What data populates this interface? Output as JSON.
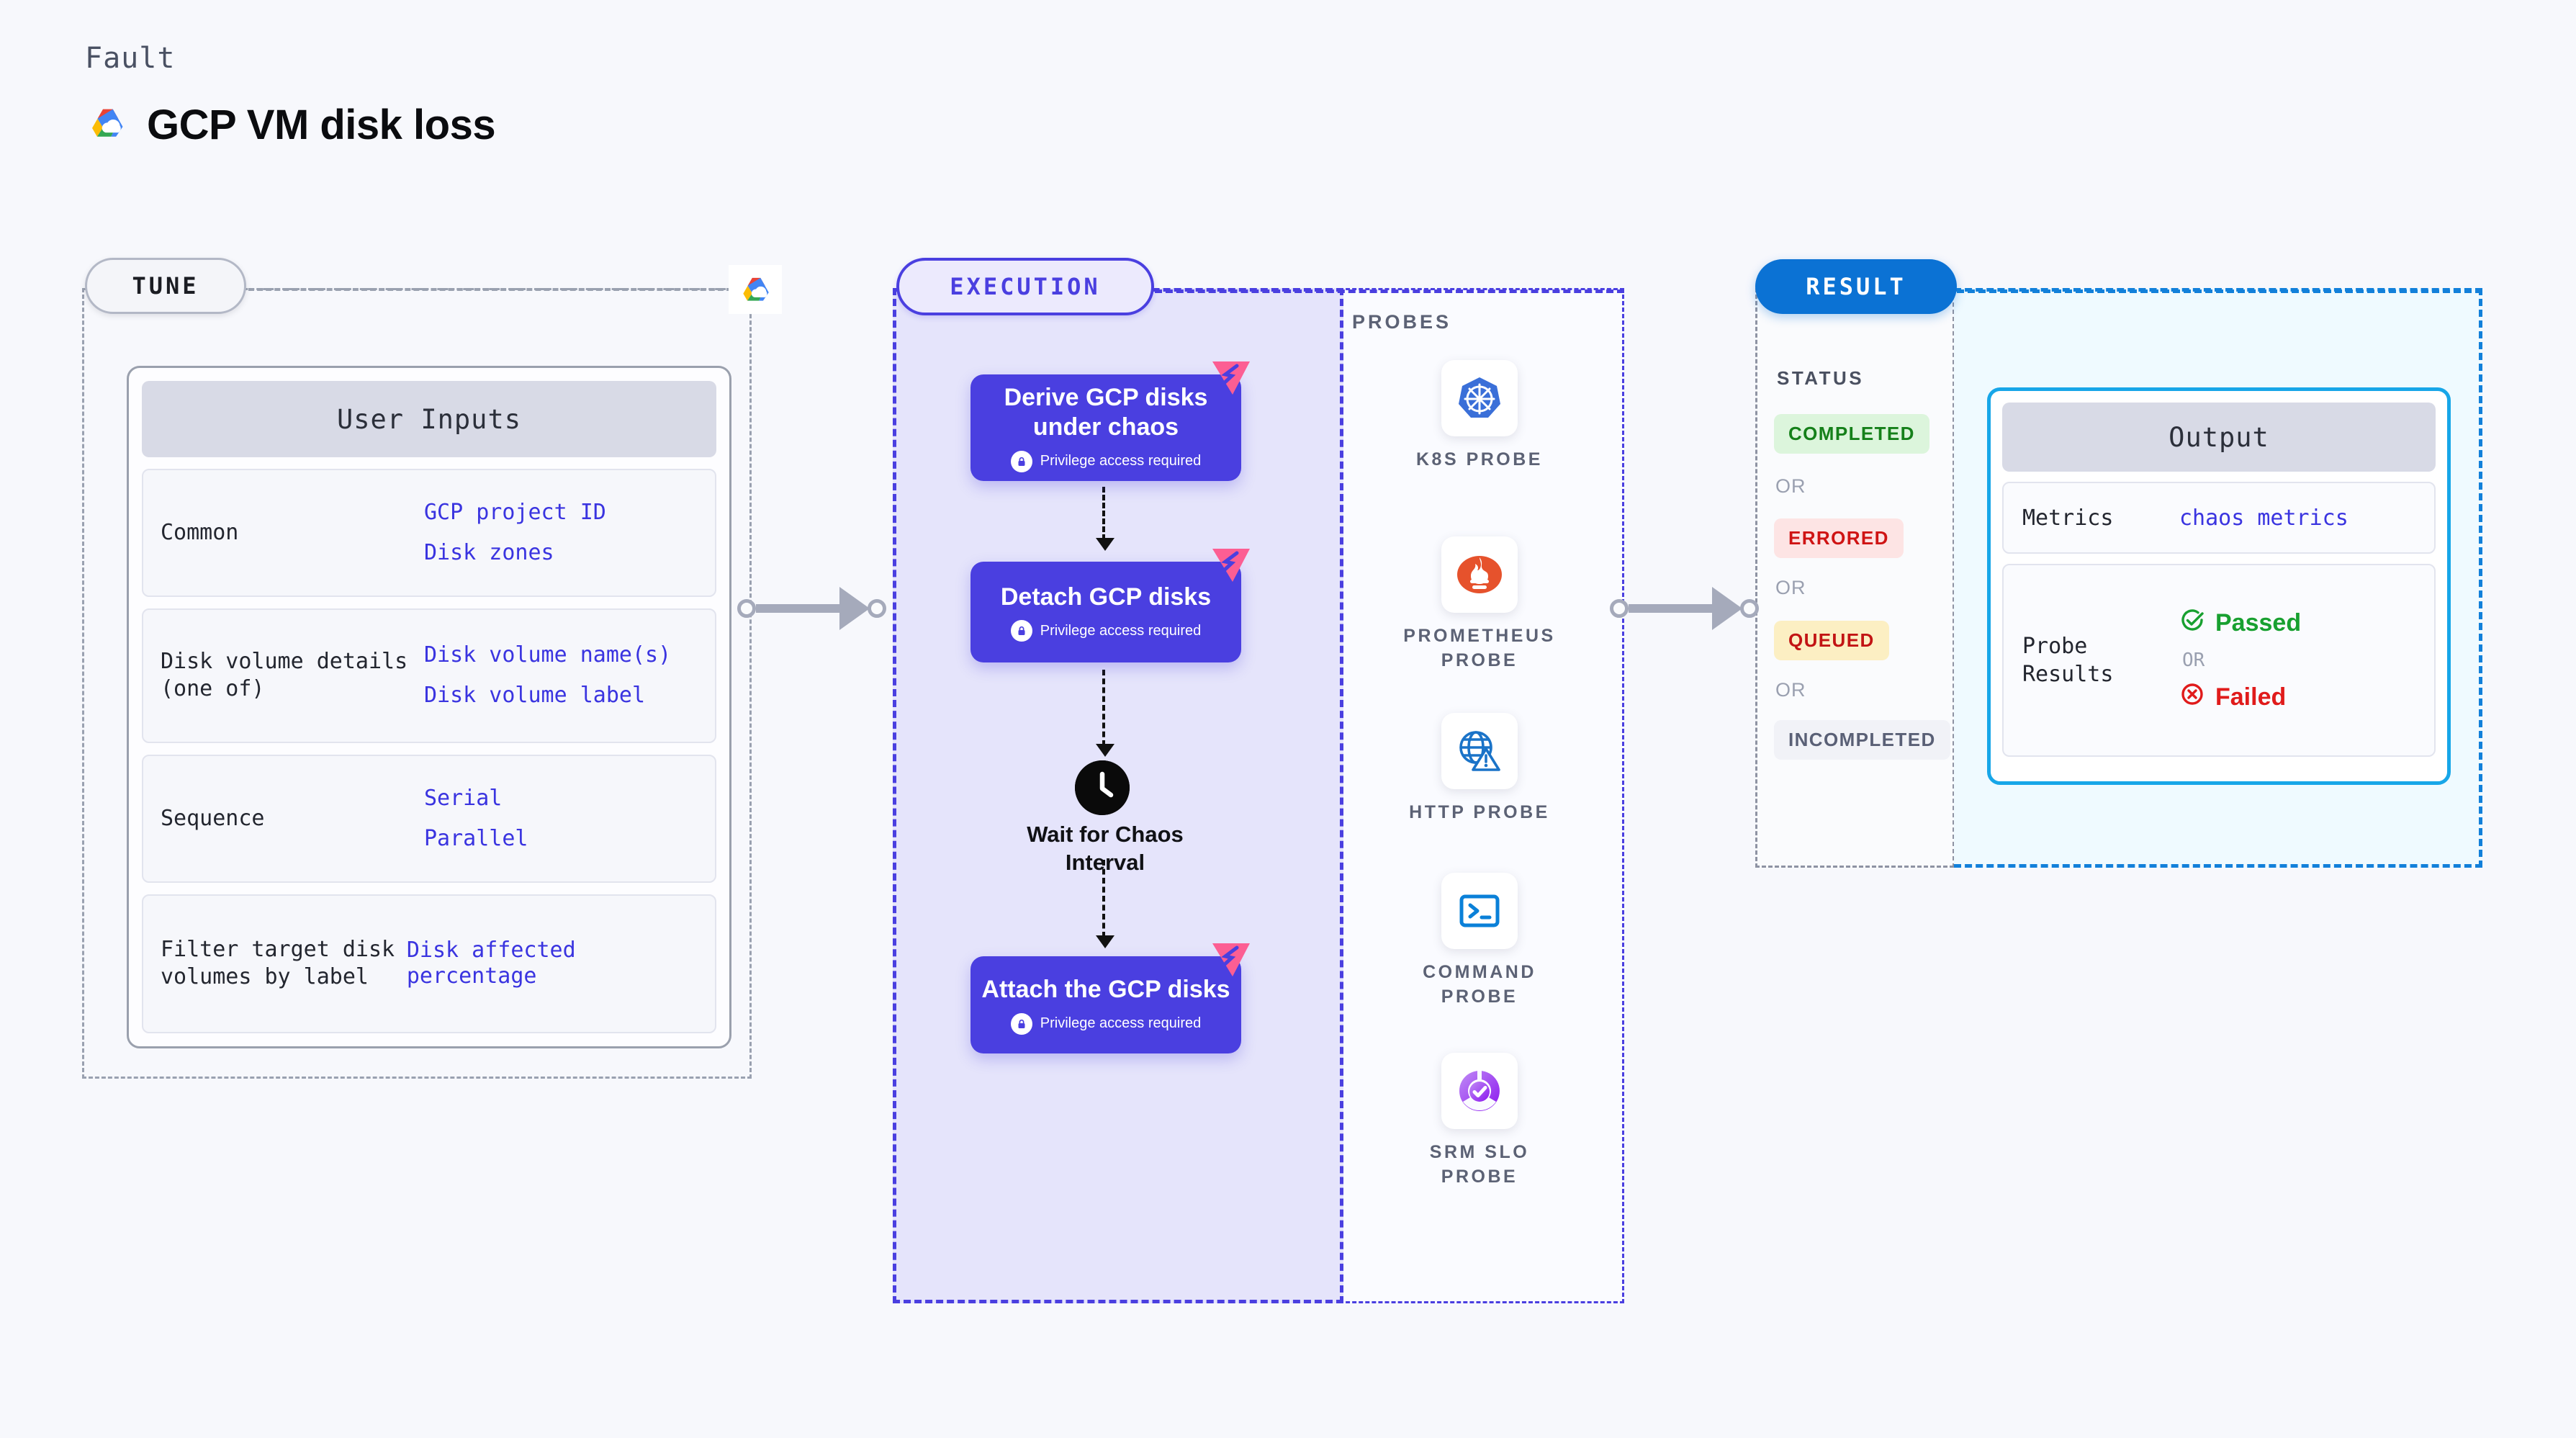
{
  "header": {
    "kicker": "Fault",
    "title": "GCP VM disk loss",
    "logo_icon": "gcp-logo-icon"
  },
  "tune": {
    "pill_label": "TUNE",
    "badge_icon": "gcp-logo-icon",
    "card": {
      "header": "User Inputs",
      "rows": [
        {
          "key": "Common",
          "values": [
            "GCP project ID",
            "Disk zones"
          ]
        },
        {
          "key": "Disk volume details (one of)",
          "values": [
            "Disk volume name(s)",
            "Disk volume label"
          ]
        },
        {
          "key": "Sequence",
          "values": [
            "Serial",
            "Parallel"
          ]
        },
        {
          "key": "Filter target disk volumes by label",
          "values": [
            "Disk affected percentage"
          ]
        }
      ]
    }
  },
  "execution": {
    "pill_label": "EXECUTION",
    "steps": [
      {
        "title": "Derive GCP disks under chaos",
        "note": "Privilege access required",
        "icon": "lock-icon",
        "badge": "chaos-mark-icon"
      },
      {
        "title": "Detach GCP disks",
        "note": "Privilege access required",
        "icon": "lock-icon",
        "badge": "chaos-mark-icon"
      },
      {
        "title": "Attach the GCP disks",
        "note": "Privilege access required",
        "icon": "lock-icon",
        "badge": "chaos-mark-icon"
      }
    ],
    "wait_node": {
      "label": "Wait for Chaos Interval",
      "icon": "clock-icon"
    }
  },
  "probes": {
    "label": "PROBES",
    "items": [
      {
        "name": "K8S PROBE",
        "icon": "kubernetes-icon"
      },
      {
        "name": "PROMETHEUS PROBE",
        "icon": "prometheus-icon"
      },
      {
        "name": "HTTP PROBE",
        "icon": "globe-warning-icon"
      },
      {
        "name": "COMMAND PROBE",
        "icon": "terminal-icon"
      },
      {
        "name": "SRM SLO PROBE",
        "icon": "srm-slo-icon"
      }
    ]
  },
  "result": {
    "pill_label": "RESULT",
    "status_label": "STATUS",
    "or_label": "OR",
    "statuses": [
      {
        "label": "COMPLETED",
        "bg": "#dcf5dc",
        "fg": "#15801a"
      },
      {
        "label": "ERRORED",
        "bg": "#fde4e4",
        "fg": "#cf1414"
      },
      {
        "label": "QUEUED",
        "bg": "#fcefc3",
        "fg": "#c21414"
      },
      {
        "label": "INCOMPLETED",
        "bg": "#f1f2f7",
        "fg": "#5a6076"
      }
    ],
    "output": {
      "header": "Output",
      "metrics_key": "Metrics",
      "metrics_value": "chaos metrics",
      "probe_key": "Probe Results",
      "passed_label": "Passed",
      "failed_label": "Failed",
      "or_label": "OR",
      "passed_icon": "check-circle-icon",
      "failed_icon": "x-circle-icon"
    }
  },
  "colors": {
    "execution_accent": "#4a3fe0",
    "result_accent": "#0b72d4",
    "output_border": "#17a6e8",
    "tune_accent": "#9aa1b0",
    "connector": "#a5aabb",
    "passed": "#18a030",
    "failed": "#e01b1b",
    "link_text": "#3a34e0"
  }
}
